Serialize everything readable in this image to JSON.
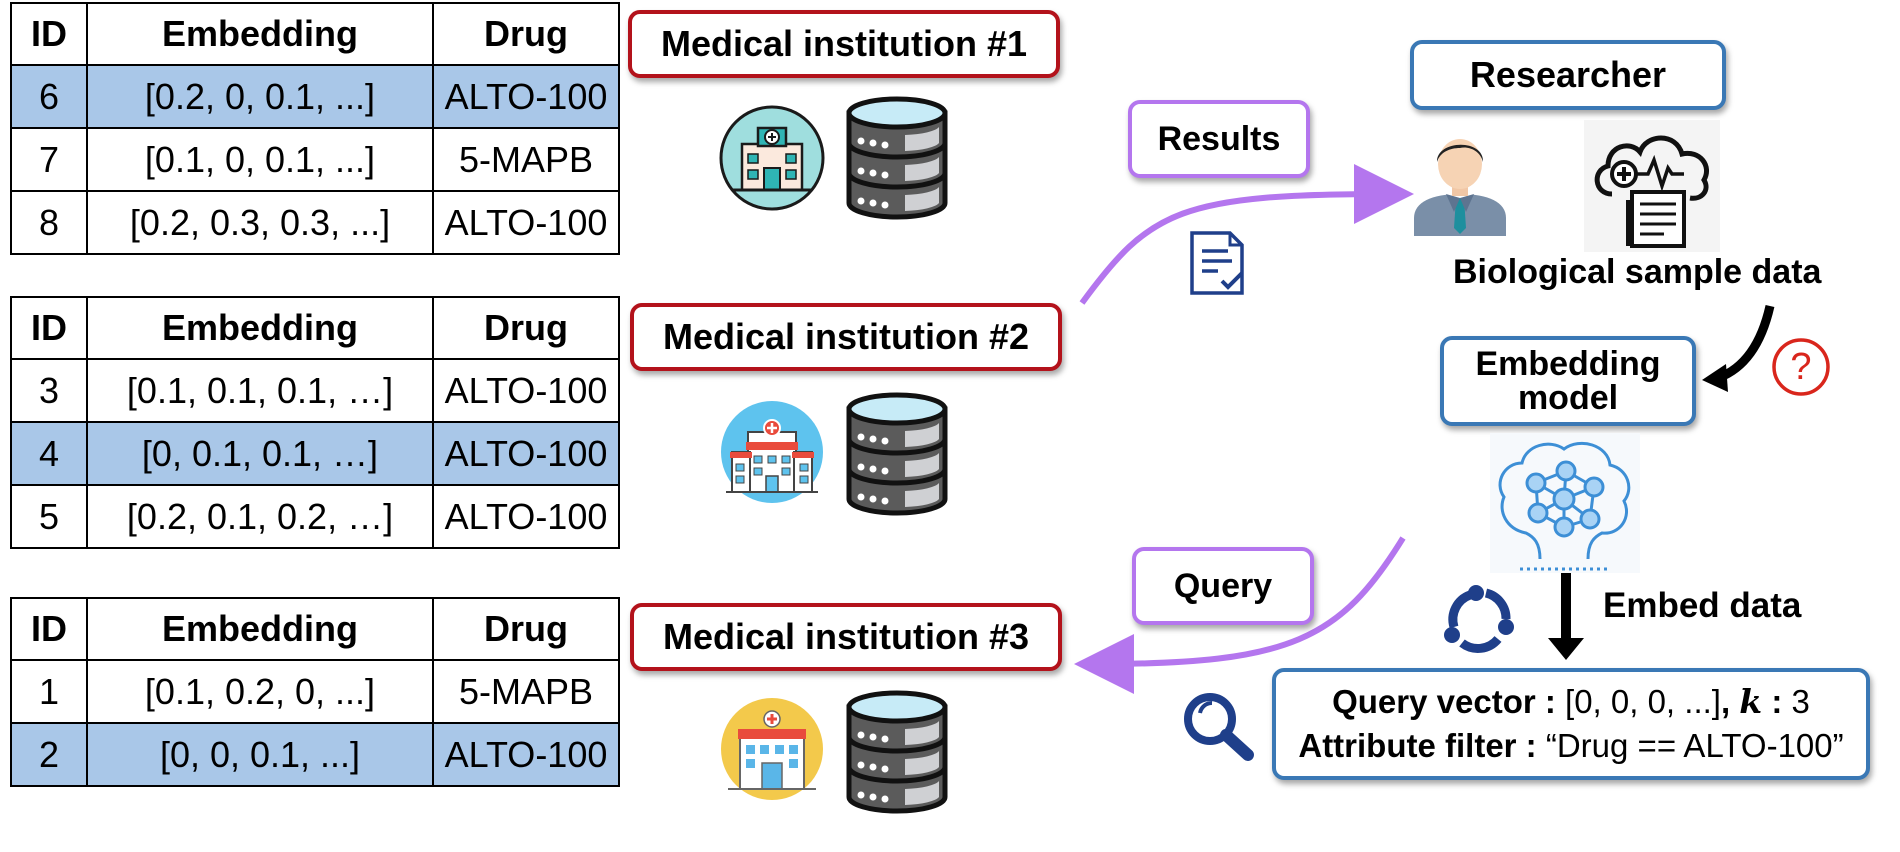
{
  "tables": [
    {
      "headers": {
        "id": "ID",
        "embedding": "Embedding",
        "drug": "Drug"
      },
      "rows": [
        {
          "id": "6",
          "embedding": "[0.2, 0, 0.1, ...]",
          "drug": "ALTO-100",
          "highlighted": true
        },
        {
          "id": "7",
          "embedding": "[0.1, 0, 0.1, ...]",
          "drug": "5-MAPB",
          "highlighted": false
        },
        {
          "id": "8",
          "embedding": "[0.2, 0.3, 0.3, ...]",
          "drug": "ALTO-100",
          "highlighted": false
        }
      ]
    },
    {
      "headers": {
        "id": "ID",
        "embedding": "Embedding",
        "drug": "Drug"
      },
      "rows": [
        {
          "id": "3",
          "embedding": "[0.1, 0.1, 0.1, …]",
          "drug": "ALTO-100",
          "highlighted": false
        },
        {
          "id": "4",
          "embedding": "[0, 0.1, 0.1, …]",
          "drug": "ALTO-100",
          "highlighted": true
        },
        {
          "id": "5",
          "embedding": "[0.2, 0.1, 0.2, …]",
          "drug": "ALTO-100",
          "highlighted": false
        }
      ]
    },
    {
      "headers": {
        "id": "ID",
        "embedding": "Embedding",
        "drug": "Drug"
      },
      "rows": [
        {
          "id": "1",
          "embedding": "[0.1, 0.2, 0, ...]",
          "drug": "5-MAPB",
          "highlighted": false
        },
        {
          "id": "2",
          "embedding": "[0, 0, 0.1, ...]",
          "drug": "ALTO-100",
          "highlighted": true
        }
      ]
    }
  ],
  "institutions": [
    "Medical institution #1",
    "Medical institution #2",
    "Medical institution #3"
  ],
  "flow": {
    "results_label": "Results",
    "query_label": "Query",
    "researcher_label": "Researcher",
    "bio_sample_label": "Biological sample data",
    "embedding_model_line1": "Embedding",
    "embedding_model_line2": "model",
    "embed_data_label": "Embed data",
    "question_mark": "?"
  },
  "query_box": {
    "vector_label": "Query vector :",
    "vector_value": "[0, 0, 0, ...]",
    "k_sep": ",",
    "k_label": "k",
    "k_colon": ":",
    "k_value": "3",
    "filter_label": "Attribute filter :",
    "filter_value": "“Drug == ALTO-100”"
  },
  "colors": {
    "highlight": "#a9c7e8",
    "institution_border": "#b3121b",
    "flow_purple": "#b476ee",
    "model_blue": "#3a78b5"
  },
  "icons": [
    "hospital-icon",
    "database-icon",
    "researcher-icon",
    "cloud-medical-icon",
    "document-check-icon",
    "brain-network-icon",
    "sync-icon",
    "search-icon"
  ]
}
